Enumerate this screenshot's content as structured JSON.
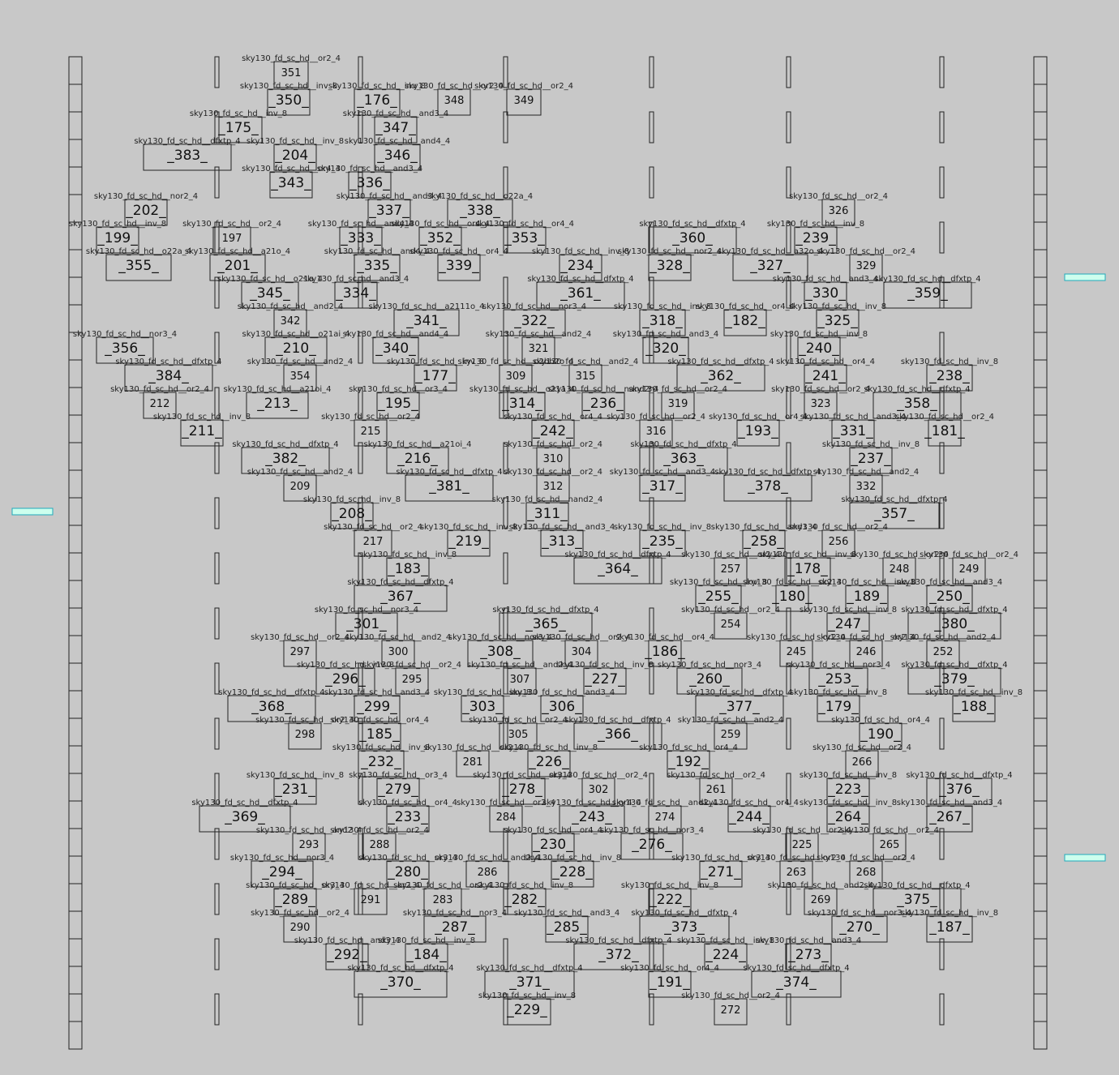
{
  "colors": {
    "background": "#c8c8c8",
    "outline": "#222222",
    "pin_fill": "#cceeee",
    "pin_stroke": "#22aabb"
  },
  "cells": [
    {
      "type": "sky130_fd_sc_hd__or2_4",
      "name": "351"
    },
    {
      "type": "sky130_fd_sc_hd__inv_8",
      "name": "_350_"
    },
    {
      "type": "sky130_fd_sc_hd__inv_8",
      "name": "_176_"
    },
    {
      "type": "sky130_fd_sc_hd__or2_4",
      "name": "348"
    },
    {
      "type": "sky130_fd_sc_hd__or2_4",
      "name": "349"
    },
    {
      "type": "sky130_fd_sc_hd__inv_8",
      "name": "_175_"
    },
    {
      "type": "sky130_fd_sc_hd__and3_4",
      "name": "_347_"
    },
    {
      "type": "sky130_fd_sc_hd__dfxtp_4",
      "name": "_383_"
    },
    {
      "type": "sky130_fd_sc_hd__inv_8",
      "name": "_204_"
    },
    {
      "type": "sky130_fd_sc_hd__and4_4",
      "name": "_346_"
    },
    {
      "type": "sky130_fd_sc_hd__or4_4",
      "name": "_343_"
    },
    {
      "type": "sky130_fd_sc_hd__and3_4",
      "name": "_336_"
    },
    {
      "type": "sky130_fd_sc_hd__nor2_4",
      "name": "_202_"
    },
    {
      "type": "sky130_fd_sc_hd__and3_4",
      "name": "_337_"
    },
    {
      "type": "sky130_fd_sc_hd__o22a_4",
      "name": "_338_"
    },
    {
      "type": "sky130_fd_sc_hd__or2_4",
      "name": "326"
    },
    {
      "type": "sky130_fd_sc_hd__inv_8",
      "name": "_199_"
    },
    {
      "type": "sky130_fd_sc_hd__or2_4",
      "name": "197"
    },
    {
      "type": "sky130_fd_sc_hd__and4_4",
      "name": "_333_"
    },
    {
      "type": "sky130_fd_sc_hd__or4_4",
      "name": "_352_"
    },
    {
      "type": "sky130_fd_sc_hd__or4_4",
      "name": "_353_"
    },
    {
      "type": "sky130_fd_sc_hd__dfxtp_4",
      "name": "_360_"
    },
    {
      "type": "sky130_fd_sc_hd__inv_8",
      "name": "_239_"
    },
    {
      "type": "sky130_fd_sc_hd__o22a_4",
      "name": "_355_"
    },
    {
      "type": "sky130_fd_sc_hd__a21o_4",
      "name": "_201_"
    },
    {
      "type": "sky130_fd_sc_hd__and4_4",
      "name": "_335_"
    },
    {
      "type": "sky130_fd_sc_hd__or4_4",
      "name": "_339_"
    },
    {
      "type": "sky130_fd_sc_hd__inv_8",
      "name": "_234_"
    },
    {
      "type": "sky130_fd_sc_hd__nor2_4",
      "name": "_328_"
    },
    {
      "type": "sky130_fd_sc_hd__a32o_4",
      "name": "_327_"
    },
    {
      "type": "sky130_fd_sc_hd__or2_4",
      "name": "329"
    },
    {
      "type": "sky130_fd_sc_hd__o21a_4",
      "name": "_345_"
    },
    {
      "type": "sky130_fd_sc_hd__and3_4",
      "name": "_334_"
    },
    {
      "type": "sky130_fd_sc_hd__dfxtp_4",
      "name": "_361_"
    },
    {
      "type": "sky130_fd_sc_hd__and3_4",
      "name": "_330_"
    },
    {
      "type": "sky130_fd_sc_hd__dfxtp_4",
      "name": "_359_"
    },
    {
      "type": "sky130_fd_sc_hd__and2_4",
      "name": "342"
    },
    {
      "type": "sky130_fd_sc_hd__a2111o_4",
      "name": "_341_"
    },
    {
      "type": "sky130_fd_sc_hd__nor3_4",
      "name": "_322_"
    },
    {
      "type": "sky130_fd_sc_hd__inv_8",
      "name": "_318_"
    },
    {
      "type": "sky130_fd_sc_hd__or4_4",
      "name": "_182_"
    },
    {
      "type": "sky130_fd_sc_hd__inv_8",
      "name": "_325_"
    },
    {
      "type": "sky130_fd_sc_hd__nor3_4",
      "name": "_356_"
    },
    {
      "type": "sky130_fd_sc_hd__o21ai_4",
      "name": "_210_"
    },
    {
      "type": "sky130_fd_sc_hd__and4_4",
      "name": "_340_"
    },
    {
      "type": "sky130_fd_sc_hd__and2_4",
      "name": "321"
    },
    {
      "type": "sky130_fd_sc_hd__and3_4",
      "name": "_320_"
    },
    {
      "type": "sky130_fd_sc_hd__inv_8",
      "name": "_240_"
    },
    {
      "type": "sky130_fd_sc_hd__dfxtp_4",
      "name": "_384_"
    },
    {
      "type": "sky130_fd_sc_hd__and2_4",
      "name": "354"
    },
    {
      "type": "sky130_fd_sc_hd__inv_8",
      "name": "_177_"
    },
    {
      "type": "sky130_fd_sc_hd__o2bb2o_4",
      "name": "309"
    },
    {
      "type": "sky130_fd_sc_hd__and2_4",
      "name": "315"
    },
    {
      "type": "sky130_fd_sc_hd__dfxtp_4",
      "name": "_362_"
    },
    {
      "type": "sky130_fd_sc_hd__or4_4",
      "name": "_241_"
    },
    {
      "type": "sky130_fd_sc_hd__inv_8",
      "name": "_238_"
    },
    {
      "type": "sky130_fd_sc_hd__or2_4",
      "name": "212"
    },
    {
      "type": "sky130_fd_sc_hd__a21oi_4",
      "name": "_213_"
    },
    {
      "type": "sky130_fd_sc_hd__or3_4",
      "name": "_195_"
    },
    {
      "type": "sky130_fd_sc_hd__o21a_4",
      "name": "_314_"
    },
    {
      "type": "sky130_fd_sc_hd__nand2_4",
      "name": "_236_"
    },
    {
      "type": "sky130_fd_sc_hd__or2_4",
      "name": "319"
    },
    {
      "type": "sky130_fd_sc_hd__or2_4",
      "name": "323"
    },
    {
      "type": "sky130_fd_sc_hd__dfxtp_4",
      "name": "_358_"
    },
    {
      "type": "sky130_fd_sc_hd__inv_8",
      "name": "_211_"
    },
    {
      "type": "sky130_fd_sc_hd__or2_4",
      "name": "215"
    },
    {
      "type": "sky130_fd_sc_hd__or4_4",
      "name": "_242_"
    },
    {
      "type": "sky130_fd_sc_hd__or2_4",
      "name": "316"
    },
    {
      "type": "sky130_fd_sc_hd__or4_4",
      "name": "_193_"
    },
    {
      "type": "sky130_fd_sc_hd__and3_4",
      "name": "_331_"
    },
    {
      "type": "sky130_fd_sc_hd__or2_4",
      "name": "_181_"
    },
    {
      "type": "sky130_fd_sc_hd__dfxtp_4",
      "name": "_382_"
    },
    {
      "type": "sky130_fd_sc_hd__a21oi_4",
      "name": "_216_"
    },
    {
      "type": "sky130_fd_sc_hd__or2_4",
      "name": "310"
    },
    {
      "type": "sky130_fd_sc_hd__dfxtp_4",
      "name": "_363_"
    },
    {
      "type": "sky130_fd_sc_hd__inv_8",
      "name": "_237_"
    },
    {
      "type": "sky130_fd_sc_hd__and2_4",
      "name": "209"
    },
    {
      "type": "sky130_fd_sc_hd__dfxtp_4",
      "name": "_381_"
    },
    {
      "type": "sky130_fd_sc_hd__or2_4",
      "name": "312"
    },
    {
      "type": "sky130_fd_sc_hd__and3_4",
      "name": "_317_"
    },
    {
      "type": "sky130_fd_sc_hd__dfxtp_4",
      "name": "_378_"
    },
    {
      "type": "sky130_fd_sc_hd__and2_4",
      "name": "332"
    },
    {
      "type": "sky130_fd_sc_hd__inv_8",
      "name": "_208_"
    },
    {
      "type": "sky130_fd_sc_hd__nand2_4",
      "name": "_311_"
    },
    {
      "type": "sky130_fd_sc_hd__dfxtp_4",
      "name": "_357_"
    },
    {
      "type": "sky130_fd_sc_hd__or2_4",
      "name": "217"
    },
    {
      "type": "sky130_fd_sc_hd__inv_8",
      "name": "_219_"
    },
    {
      "type": "sky130_fd_sc_hd__and3_4",
      "name": "_313_"
    },
    {
      "type": "sky130_fd_sc_hd__inv_8",
      "name": "_235_"
    },
    {
      "type": "sky130_fd_sc_hd__and3_4",
      "name": "_258_"
    },
    {
      "type": "sky130_fd_sc_hd__or2_4",
      "name": "256"
    },
    {
      "type": "sky130_fd_sc_hd__inv_8",
      "name": "_183_"
    },
    {
      "type": "sky130_fd_sc_hd__dfxtp_4",
      "name": "_364_"
    },
    {
      "type": "sky130_fd_sc_hd__or2_4",
      "name": "257"
    },
    {
      "type": "sky130_fd_sc_hd__inv_8",
      "name": "_178_"
    },
    {
      "type": "sky130_fd_sc_hd__or2_4",
      "name": "248"
    },
    {
      "type": "sky130_fd_sc_hd__or2_4",
      "name": "249"
    },
    {
      "type": "sky130_fd_sc_hd__dfxtp_4",
      "name": "_367_"
    },
    {
      "type": "sky130_fd_sc_hd__inv_8",
      "name": "_255_"
    },
    {
      "type": "sky130_fd_sc_hd__or2_4",
      "name": "_180_"
    },
    {
      "type": "sky130_fd_sc_hd__inv_8",
      "name": "_189_"
    },
    {
      "type": "sky130_fd_sc_hd__and3_4",
      "name": "_250_"
    },
    {
      "type": "sky130_fd_sc_hd__nor3_4",
      "name": "_301_"
    },
    {
      "type": "sky130_fd_sc_hd__dfxtp_4",
      "name": "_365_"
    },
    {
      "type": "sky130_fd_sc_hd__or2_4",
      "name": "254"
    },
    {
      "type": "sky130_fd_sc_hd__inv_8",
      "name": "_247_"
    },
    {
      "type": "sky130_fd_sc_hd__dfxtp_4",
      "name": "_380_"
    },
    {
      "type": "sky130_fd_sc_hd__or2_4",
      "name": "297"
    },
    {
      "type": "sky130_fd_sc_hd__and2_4",
      "name": "300"
    },
    {
      "type": "sky130_fd_sc_hd__nor3_4",
      "name": "_308_"
    },
    {
      "type": "sky130_fd_sc_hd__or2_4",
      "name": "304"
    },
    {
      "type": "sky130_fd_sc_hd__or4_4",
      "name": "_186_"
    },
    {
      "type": "sky130_fd_sc_hd__or2_4",
      "name": "245"
    },
    {
      "type": "sky130_fd_sc_hd__or2_4",
      "name": "246"
    },
    {
      "type": "sky130_fd_sc_hd__and2_4",
      "name": "252"
    },
    {
      "type": "sky130_fd_sc_hd__inv_8",
      "name": "_296_"
    },
    {
      "type": "sky130_fd_sc_hd__or2_4",
      "name": "295"
    },
    {
      "type": "sky130_fd_sc_hd__and2_4",
      "name": "307"
    },
    {
      "type": "sky130_fd_sc_hd__inv_8",
      "name": "_227_"
    },
    {
      "type": "sky130_fd_sc_hd__nor3_4",
      "name": "_260_"
    },
    {
      "type": "sky130_fd_sc_hd__nor3_4",
      "name": "_253_"
    },
    {
      "type": "sky130_fd_sc_hd__dfxtp_4",
      "name": "_379_"
    },
    {
      "type": "sky130_fd_sc_hd__dfxtp_4",
      "name": "_368_"
    },
    {
      "type": "sky130_fd_sc_hd__and3_4",
      "name": "_299_"
    },
    {
      "type": "sky130_fd_sc_hd__inv_8",
      "name": "_303_"
    },
    {
      "type": "sky130_fd_sc_hd__and3_4",
      "name": "_306_"
    },
    {
      "type": "sky130_fd_sc_hd__dfxtp_4",
      "name": "_377_"
    },
    {
      "type": "sky130_fd_sc_hd__inv_8",
      "name": "_179_"
    },
    {
      "type": "sky130_fd_sc_hd__inv_8",
      "name": "_188_"
    },
    {
      "type": "sky130_fd_sc_hd__or2_4",
      "name": "298"
    },
    {
      "type": "sky130_fd_sc_hd__or4_4",
      "name": "_185_"
    },
    {
      "type": "sky130_fd_sc_hd__or2_4",
      "name": "305"
    },
    {
      "type": "sky130_fd_sc_hd__dfxtp_4",
      "name": "_366_"
    },
    {
      "type": "sky130_fd_sc_hd__and2_4",
      "name": "259"
    },
    {
      "type": "sky130_fd_sc_hd__or4_4",
      "name": "_190_"
    },
    {
      "type": "sky130_fd_sc_hd__inv_8",
      "name": "_232_"
    },
    {
      "type": "sky130_fd_sc_hd__or2_4",
      "name": "281"
    },
    {
      "type": "sky130_fd_sc_hd__inv_8",
      "name": "_226_"
    },
    {
      "type": "sky130_fd_sc_hd__or4_4",
      "name": "_192_"
    },
    {
      "type": "sky130_fd_sc_hd__or2_4",
      "name": "266"
    },
    {
      "type": "sky130_fd_sc_hd__inv_8",
      "name": "_231_"
    },
    {
      "type": "sky130_fd_sc_hd__or3_4",
      "name": "_279_"
    },
    {
      "type": "sky130_fd_sc_hd__or3_4",
      "name": "_278_"
    },
    {
      "type": "sky130_fd_sc_hd__or2_4",
      "name": "302"
    },
    {
      "type": "sky130_fd_sc_hd__or2_4",
      "name": "261"
    },
    {
      "type": "sky130_fd_sc_hd__inv_8",
      "name": "_223_"
    },
    {
      "type": "sky130_fd_sc_hd__dfxtp_4",
      "name": "_376_"
    },
    {
      "type": "sky130_fd_sc_hd__dfxtp_4",
      "name": "_369_"
    },
    {
      "type": "sky130_fd_sc_hd__or4_4",
      "name": "_233_"
    },
    {
      "type": "sky130_fd_sc_hd__or2_4",
      "name": "284"
    },
    {
      "type": "sky130_fd_sc_hd__or4_4",
      "name": "_243_"
    },
    {
      "type": "sky130_fd_sc_hd__and2_4",
      "name": "274"
    },
    {
      "type": "sky130_fd_sc_hd__or4_4",
      "name": "_244_"
    },
    {
      "type": "sky130_fd_sc_hd__inv_8",
      "name": "_264_"
    },
    {
      "type": "sky130_fd_sc_hd__and3_4",
      "name": "_267_"
    },
    {
      "type": "sky130_fd_sc_hd__and2_4",
      "name": "293"
    },
    {
      "type": "sky130_fd_sc_hd__or2_4",
      "name": "288"
    },
    {
      "type": "sky130_fd_sc_hd__or4_4",
      "name": "_230_"
    },
    {
      "type": "sky130_fd_sc_hd__nor3_4",
      "name": "_276_"
    },
    {
      "type": "sky130_fd_sc_hd__or2_4",
      "name": "225"
    },
    {
      "type": "sky130_fd_sc_hd__or2_4",
      "name": "265"
    },
    {
      "type": "sky130_fd_sc_hd__nor3_4",
      "name": "_294_"
    },
    {
      "type": "sky130_fd_sc_hd__or3_4",
      "name": "_280_"
    },
    {
      "type": "sky130_fd_sc_hd__and2_4",
      "name": "286"
    },
    {
      "type": "sky130_fd_sc_hd__inv_8",
      "name": "_228_"
    },
    {
      "type": "sky130_fd_sc_hd__or3_4",
      "name": "_271_"
    },
    {
      "type": "sky130_fd_sc_hd__or2_4",
      "name": "263"
    },
    {
      "type": "sky130_fd_sc_hd__or2_4",
      "name": "268"
    },
    {
      "type": "sky130_fd_sc_hd__or3_4",
      "name": "_289_"
    },
    {
      "type": "sky130_fd_sc_hd__or2_4",
      "name": "291"
    },
    {
      "type": "sky130_fd_sc_hd__or2_4",
      "name": "283"
    },
    {
      "type": "sky130_fd_sc_hd__inv_8",
      "name": "_282_"
    },
    {
      "type": "sky130_fd_sc_hd__inv_8",
      "name": "_222_"
    },
    {
      "type": "sky130_fd_sc_hd__and2_4",
      "name": "269"
    },
    {
      "type": "sky130_fd_sc_hd__dfxtp_4",
      "name": "_375_"
    },
    {
      "type": "sky130_fd_sc_hd__or2_4",
      "name": "290"
    },
    {
      "type": "sky130_fd_sc_hd__nor3_4",
      "name": "_287_"
    },
    {
      "type": "sky130_fd_sc_hd__and3_4",
      "name": "_285_"
    },
    {
      "type": "sky130_fd_sc_hd__dfxtp_4",
      "name": "_373_"
    },
    {
      "type": "sky130_fd_sc_hd__nor3_4",
      "name": "_270_"
    },
    {
      "type": "sky130_fd_sc_hd__inv_8",
      "name": "_187_"
    },
    {
      "type": "sky130_fd_sc_hd__and3_4",
      "name": "_292_"
    },
    {
      "type": "sky130_fd_sc_hd__inv_8",
      "name": "_184_"
    },
    {
      "type": "sky130_fd_sc_hd__dfxtp_4",
      "name": "_372_"
    },
    {
      "type": "sky130_fd_sc_hd__inv_8",
      "name": "_224_"
    },
    {
      "type": "sky130_fd_sc_hd__and3_4",
      "name": "_273_"
    },
    {
      "type": "sky130_fd_sc_hd__dfxtp_4",
      "name": "_370_"
    },
    {
      "type": "sky130_fd_sc_hd__dfxtp_4",
      "name": "_371_"
    },
    {
      "type": "sky130_fd_sc_hd__or4_4",
      "name": "_191_"
    },
    {
      "type": "sky130_fd_sc_hd__dfxtp_4",
      "name": "_374_"
    },
    {
      "type": "sky130_fd_sc_hd__inv_8",
      "name": "_229_"
    },
    {
      "type": "sky130_fd_sc_hd__or2_4",
      "name": "272"
    }
  ]
}
